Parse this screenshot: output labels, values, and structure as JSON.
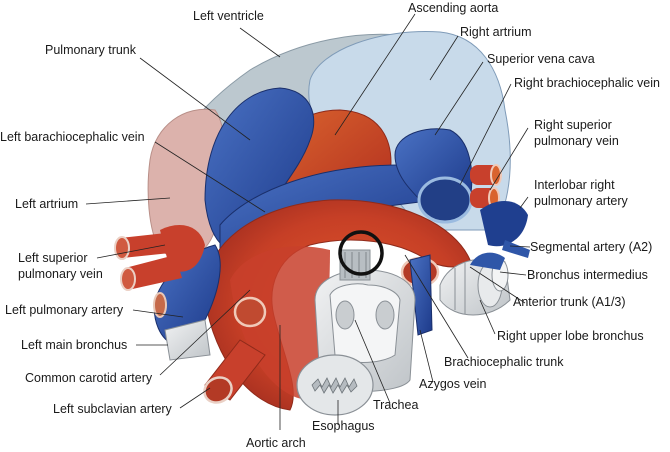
{
  "diagram": {
    "title": "Anatomy around the trachea: mediastinal vessels, heart chambers and airways",
    "colors": {
      "artery_red": "#c8402c",
      "artery_orange": "#d9632e",
      "vein_blue": "#2f56a8",
      "vein_dark": "#1f3f8f",
      "left_ventricle": "#bcc8cf",
      "right_atrium": "#c8daea",
      "left_atrium": "#dcb2ac",
      "airway_gray": "#d8dcdf",
      "highlight_circle": "#111111"
    },
    "labels": [
      {
        "id": "left-ventricle",
        "text": "Left ventricle"
      },
      {
        "id": "ascending-aorta",
        "text": "Ascending aorta"
      },
      {
        "id": "right-atrium",
        "text": "Right artrium"
      },
      {
        "id": "pulmonary-trunk",
        "text": "Pulmonary trunk"
      },
      {
        "id": "superior-vena-cava",
        "text": "Superior vena cava"
      },
      {
        "id": "right-brachiocephalic-vein",
        "text": "Right brachiocephalic vein"
      },
      {
        "id": "left-brachiocephalic-vein",
        "text": "Left barachiocephalic vein"
      },
      {
        "id": "right-superior-pulmonary-vein-1",
        "text": "Right superior"
      },
      {
        "id": "right-superior-pulmonary-vein-2",
        "text": "pulmonary vein"
      },
      {
        "id": "interlobar-right-pulmonary-artery-1",
        "text": "Interlobar right"
      },
      {
        "id": "interlobar-right-pulmonary-artery-2",
        "text": "pulmonary artery"
      },
      {
        "id": "left-atrium",
        "text": "Left artrium"
      },
      {
        "id": "segmental-artery",
        "text": "Segmental artery (A2)"
      },
      {
        "id": "left-superior-pulmonary-vein-1",
        "text": "Left superior"
      },
      {
        "id": "left-superior-pulmonary-vein-2",
        "text": "pulmonary vein"
      },
      {
        "id": "bronchus-intermedius",
        "text": "Bronchus intermedius"
      },
      {
        "id": "anterior-trunk",
        "text": "Anterior trunk (A1/3)"
      },
      {
        "id": "left-pulmonary-artery",
        "text": "Left pulmonary artery"
      },
      {
        "id": "right-upper-lobe-bronchus",
        "text": "Right upper lobe bronchus"
      },
      {
        "id": "left-main-bronchus",
        "text": "Left main bronchus"
      },
      {
        "id": "brachiocephalic-trunk",
        "text": "Brachiocephalic trunk"
      },
      {
        "id": "common-carotid-artery",
        "text": "Common carotid artery"
      },
      {
        "id": "azygos-vein",
        "text": "Azygos vein"
      },
      {
        "id": "left-subclavian-artery",
        "text": "Left subclavian artery"
      },
      {
        "id": "trachea",
        "text": "Trachea"
      },
      {
        "id": "esophagus",
        "text": "Esophagus"
      },
      {
        "id": "aortic-arch",
        "text": "Aortic arch"
      }
    ]
  }
}
